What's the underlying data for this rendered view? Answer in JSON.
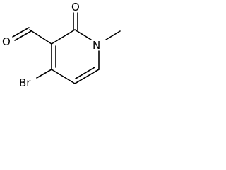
{
  "molecule": {
    "atoms": {
      "aldehyde_oxygen": "O",
      "ring_carbonyl_oxygen": "O",
      "ring_nitrogen": "N",
      "bromine": "Br"
    },
    "colors": {
      "ink": "#000000",
      "background": "#ffffff"
    }
  }
}
